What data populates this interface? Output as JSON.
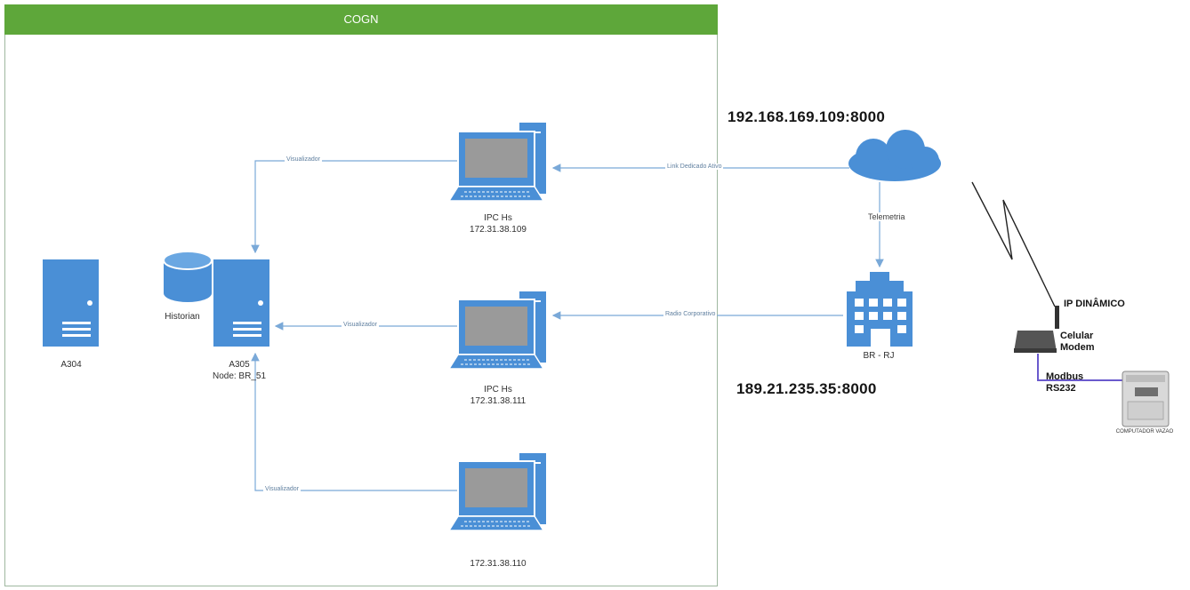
{
  "region": {
    "title": "COGN"
  },
  "nodes": {
    "a304": {
      "label": "A304"
    },
    "historian": {
      "label": "Historian"
    },
    "a305": {
      "line1": "A305",
      "line2": "Node: BR_51"
    },
    "ipc_top": {
      "line1": "IPC Hs",
      "line2": "172.31.38.109"
    },
    "ipc_mid": {
      "line1": "IPC Hs",
      "line2": "172.31.38.111"
    },
    "ipc_bottom": {
      "line2": "172.31.38.110"
    },
    "cloud": {
      "ip": "192.168.169.109:8000"
    },
    "building": {
      "label": "BR - RJ",
      "ip": "189.21.235.35:8000"
    },
    "modem": {
      "ip_label": "IP DINÂMICO",
      "label_line1": "Celular",
      "label_line2": "Modem"
    },
    "computer": {
      "label": "COMPUTADOR VAZAO"
    }
  },
  "edges": {
    "cloud_ipc_top": "Link Dedicado Ativo",
    "building_ipc_mid": "Radio Corporativo",
    "cloud_building": "Telemetria",
    "ipc_top_a305": "Visualizador",
    "ipc_mid_a305": "Visualizador",
    "ipc_bottom_a305": "Visualizador",
    "modem_computer_line1": "Modbus",
    "modem_computer_line2": "RS232"
  },
  "colors": {
    "header": "#5ea73a",
    "device": "#4a8fd6",
    "device_dark": "#2f6fb8",
    "connector": "#7aa9d8",
    "screen": "#9a9a9a"
  }
}
